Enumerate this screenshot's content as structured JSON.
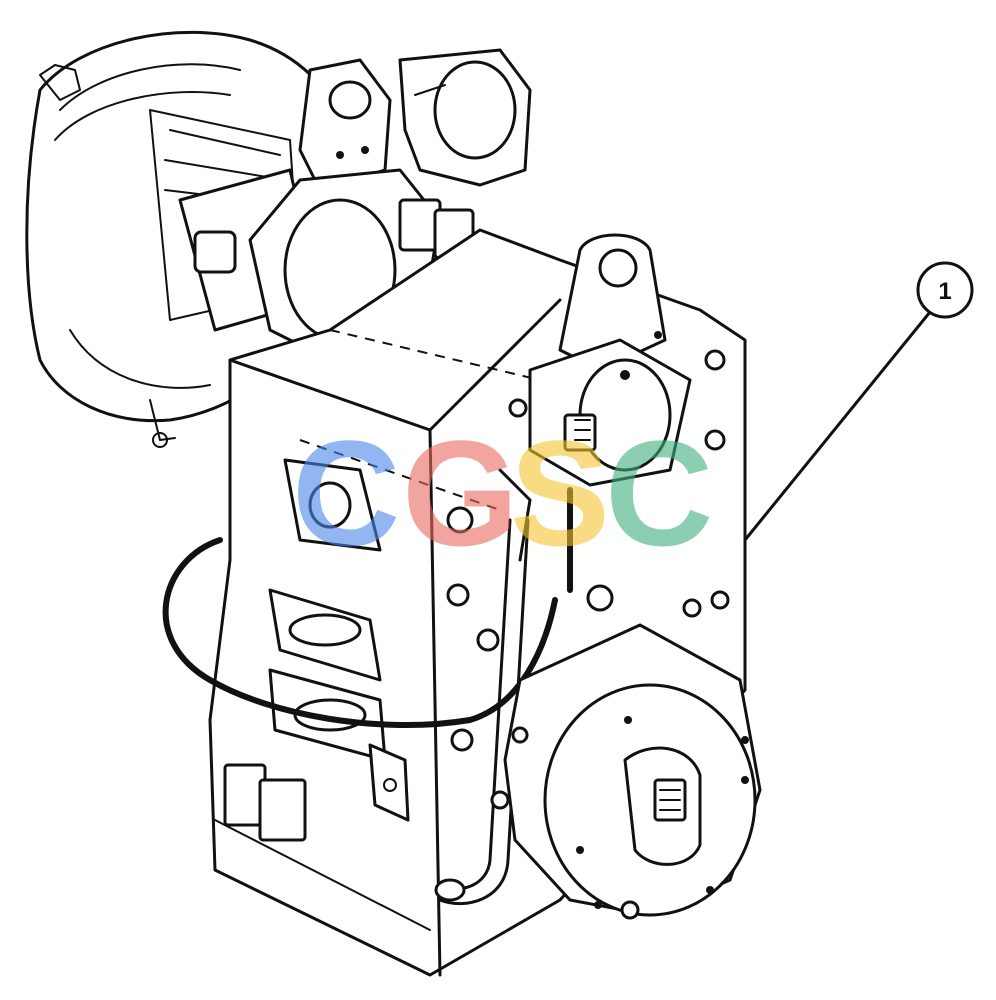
{
  "callouts": [
    {
      "label": "1"
    }
  ],
  "watermark": {
    "letters": [
      {
        "char": "C",
        "color": "#4a86e8"
      },
      {
        "char": "G",
        "color": "#ea6a5e"
      },
      {
        "char": "S",
        "color": "#f4c430"
      },
      {
        "char": "C",
        "color": "#3fae7f"
      }
    ]
  }
}
